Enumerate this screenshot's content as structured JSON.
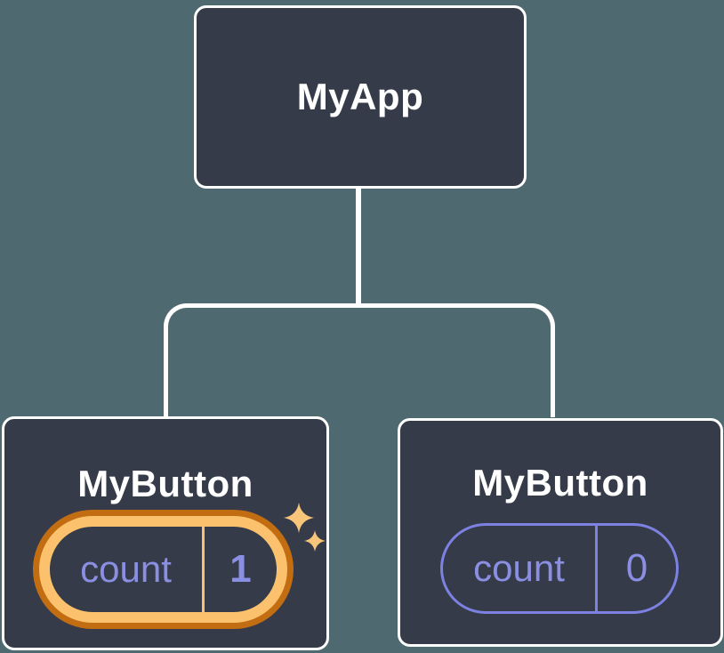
{
  "tree": {
    "root": {
      "label": "MyApp"
    },
    "children": [
      {
        "label": "MyButton",
        "state": {
          "key": "count",
          "value": "1"
        },
        "highlighted": true
      },
      {
        "label": "MyButton",
        "state": {
          "key": "count",
          "value": "0"
        },
        "highlighted": false
      }
    ]
  },
  "icons": {
    "sparkle": "sparkle-icon"
  },
  "colors": {
    "background": "#4e6970",
    "node_fill": "#353b48",
    "node_border": "#ffffff",
    "label_text": "#ffffff",
    "state_text": "#8a8fe3",
    "plain_pill_border": "#7c81e2",
    "highlight_ring_inner": "#fbc16d",
    "highlight_ring_outer": "#c26d12",
    "sparkle": "#f9c57a",
    "connector": "#ffffff"
  }
}
